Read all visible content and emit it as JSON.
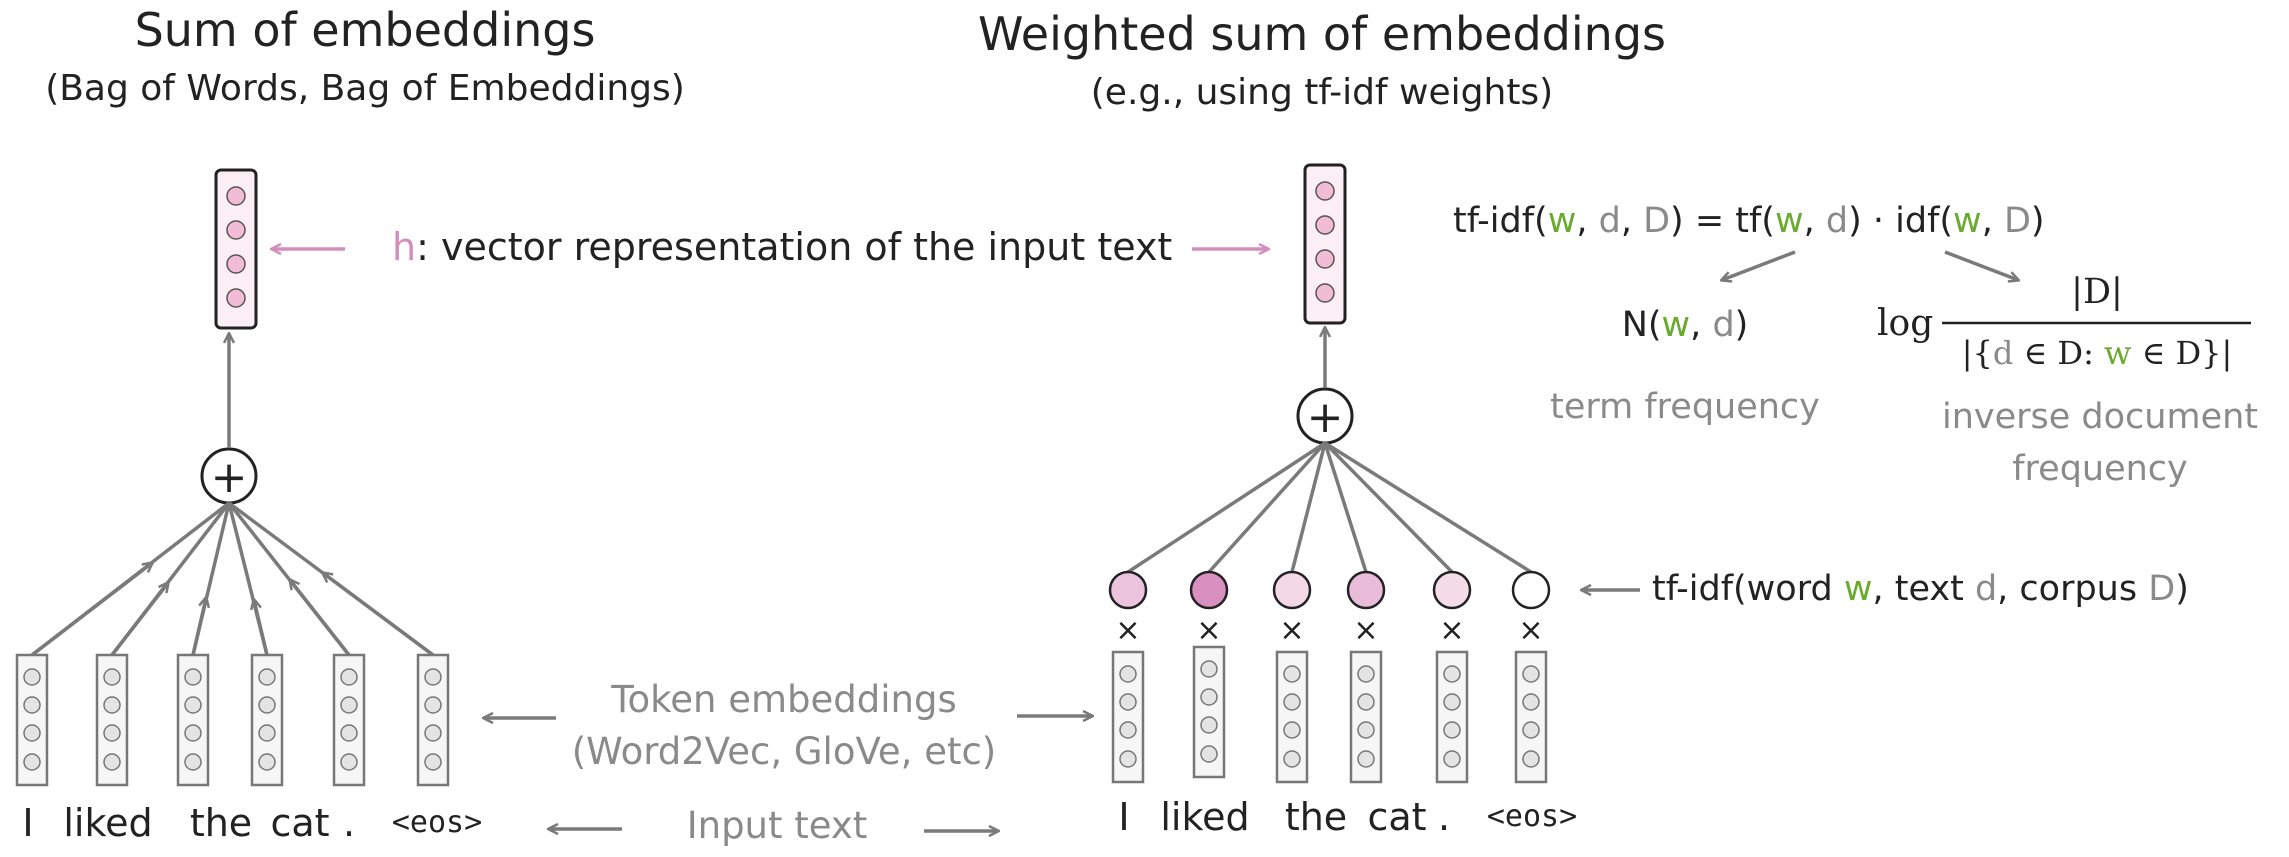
{
  "left_panel": {
    "title": "Sum of embeddings",
    "subtitle": "(Bag of Words, Bag of Embeddings)",
    "tokens": [
      "I",
      "liked",
      "the",
      "cat",
      ".",
      "<eos>"
    ]
  },
  "right_panel": {
    "title": "Weighted sum of embeddings",
    "subtitle": "(e.g., using tf-idf weights)",
    "tokens": [
      "I",
      "liked",
      "the",
      "cat",
      ".",
      "<eos>"
    ],
    "weight_colors": [
      "#ebc3dc",
      "#d98fbf",
      "#f3d9e8",
      "#e9bcd9",
      "#f4dde9",
      "#ffffff"
    ],
    "multiply_symbol": "×"
  },
  "center_labels": {
    "h_symbol": "h",
    "h_text": ": vector representation of the input text",
    "token_embeddings": "Token embeddings",
    "token_embeddings_examples": "(Word2Vec, GloVe, etc)",
    "input_text": "Input text"
  },
  "plus_symbol": "+",
  "formula": {
    "lhs_fn": "tf-idf(",
    "w": "w",
    "comma1": ", ",
    "d": "d",
    "comma2": ", ",
    "D": "D",
    "close": ")",
    "eq": " = tf(",
    "tf_w": "w",
    "tf_comma": ", ",
    "tf_d": "d",
    "tf_close": ") · idf(",
    "idf_w": "w",
    "idf_comma": ",  ",
    "idf_D": "D",
    "idf_close": ")",
    "tf_def_open": "N(",
    "tf_def_w": "w",
    "tf_def_comma": ", ",
    "tf_def_d": "d",
    "tf_def_close": ")",
    "tf_name": "term frequency",
    "log": "log",
    "idf_numerator": "|D|",
    "idf_den_open": "|{",
    "idf_den_d": "d",
    "idf_den_in1": " ∈ D:  ",
    "idf_den_w": "w",
    "idf_den_in2": "  ∈ D}|",
    "idf_name_line1": "inverse document",
    "idf_name_line2": "frequency"
  },
  "weight_label": {
    "open": "tf-idf(word ",
    "w": "w",
    "mid1": ", text ",
    "d": "d",
    "mid2": ", corpus ",
    "D": "D",
    "close": ")"
  }
}
